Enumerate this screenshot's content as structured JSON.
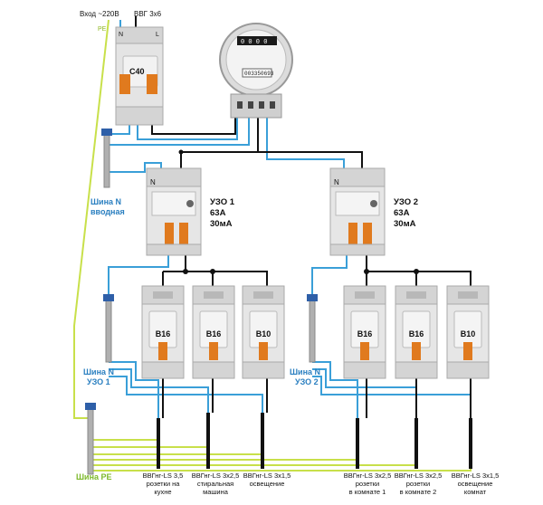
{
  "top_labels": {
    "input": "Вход ~220В",
    "cable": "ВВГ 3х6",
    "pe": "PE"
  },
  "main_breaker": {
    "rating": "C40",
    "terminal_n": "N",
    "terminal_l": "L"
  },
  "meter": {
    "reading": "0 0 0 0",
    "serial": "003350693"
  },
  "rcd": [
    {
      "line1": "УЗО 1",
      "line2": "63А",
      "line3": "30мА",
      "terminal": "N"
    },
    {
      "line1": "УЗО 2",
      "line2": "63А",
      "line3": "30мА",
      "terminal": "N"
    }
  ],
  "buses": {
    "n_input": [
      "Шина N",
      "вводная"
    ],
    "n_rcd1": [
      "Шина N",
      "УЗО 1"
    ],
    "n_rcd2": [
      "Шина N",
      "УЗО 2"
    ],
    "pe": "Шина PE"
  },
  "breakers": [
    "B16",
    "B16",
    "B10",
    "B16",
    "B16",
    "B10"
  ],
  "circuits": [
    {
      "line1": "ВВГнг-LS 3,5",
      "line2": "розетки на",
      "line3": "кухне"
    },
    {
      "line1": "ВВГнг-LS 3х2,5",
      "line2": "стиральная",
      "line3": "машина"
    },
    {
      "line1": "ВВГнг-LS 3х1,5",
      "line2": "освещение",
      "line3": ""
    },
    {
      "line1": "ВВГнг-LS 3х2,5",
      "line2": "розетки",
      "line3": "в комнате 1"
    },
    {
      "line1": "ВВГнг-LS 3х2,5",
      "line2": "розетки",
      "line3": "в комнате 2"
    },
    {
      "line1": "ВВГнг-LS 3х1,5",
      "line2": "освещение",
      "line3": "комнат"
    }
  ],
  "colors": {
    "phase_wire": "#111111",
    "neutral_wire": "#3a9fd8",
    "pe_wire": "#c8e04a",
    "module_body": "#e6e6e6",
    "lever_orange": "#e07a1e",
    "bus_n_label": "#2a7fc0",
    "bus_pe_label": "#7cb82a"
  }
}
